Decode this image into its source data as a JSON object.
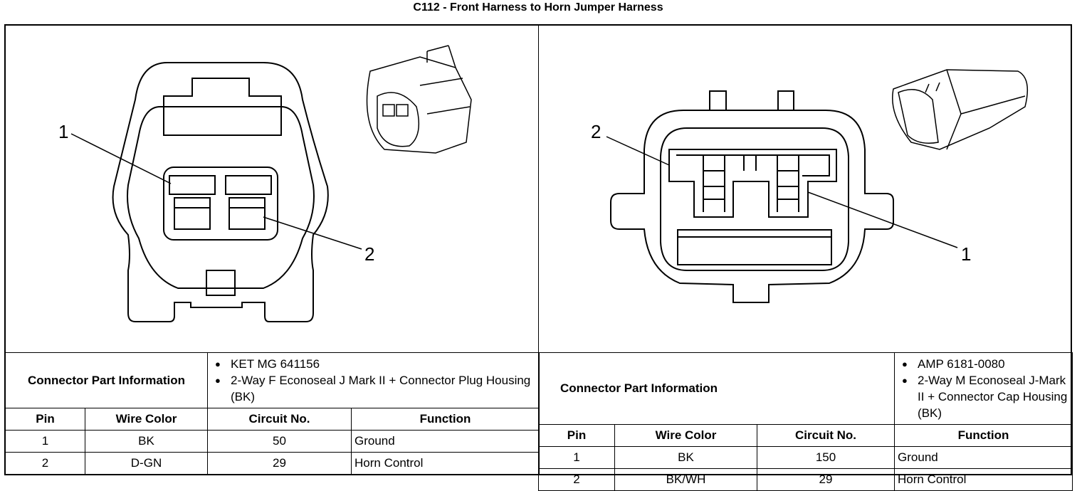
{
  "title": "C112 - Front Harness to Horn Jumper Harness",
  "left": {
    "pin_callouts": [
      "1",
      "2"
    ],
    "part_label": "Connector Part Information",
    "part_info": [
      "KET MG 641156",
      "2-Way F Econoseal J Mark II + Connector Plug Housing (BK)"
    ],
    "headers": {
      "pin": "Pin",
      "wire": "Wire Color",
      "circuit": "Circuit No.",
      "function": "Function"
    },
    "rows": [
      {
        "pin": "1",
        "wire": "BK",
        "circuit": "50",
        "function": "Ground"
      },
      {
        "pin": "2",
        "wire": "D-GN",
        "circuit": "29",
        "function": "Horn Control"
      }
    ]
  },
  "right": {
    "pin_callouts": [
      "2",
      "1"
    ],
    "part_label": "Connector Part Information",
    "part_info": [
      "AMP 6181-0080",
      "2-Way M Econoseal J-Mark II + Connector Cap Housing (BK)"
    ],
    "headers": {
      "pin": "Pin",
      "wire": "Wire Color",
      "circuit": "Circuit No.",
      "function": "Function"
    },
    "rows": [
      {
        "pin": "1",
        "wire": "BK",
        "circuit": "150",
        "function": "Ground"
      },
      {
        "pin": "2",
        "wire": "BK/WH",
        "circuit": "29",
        "function": "Horn Control"
      }
    ]
  }
}
